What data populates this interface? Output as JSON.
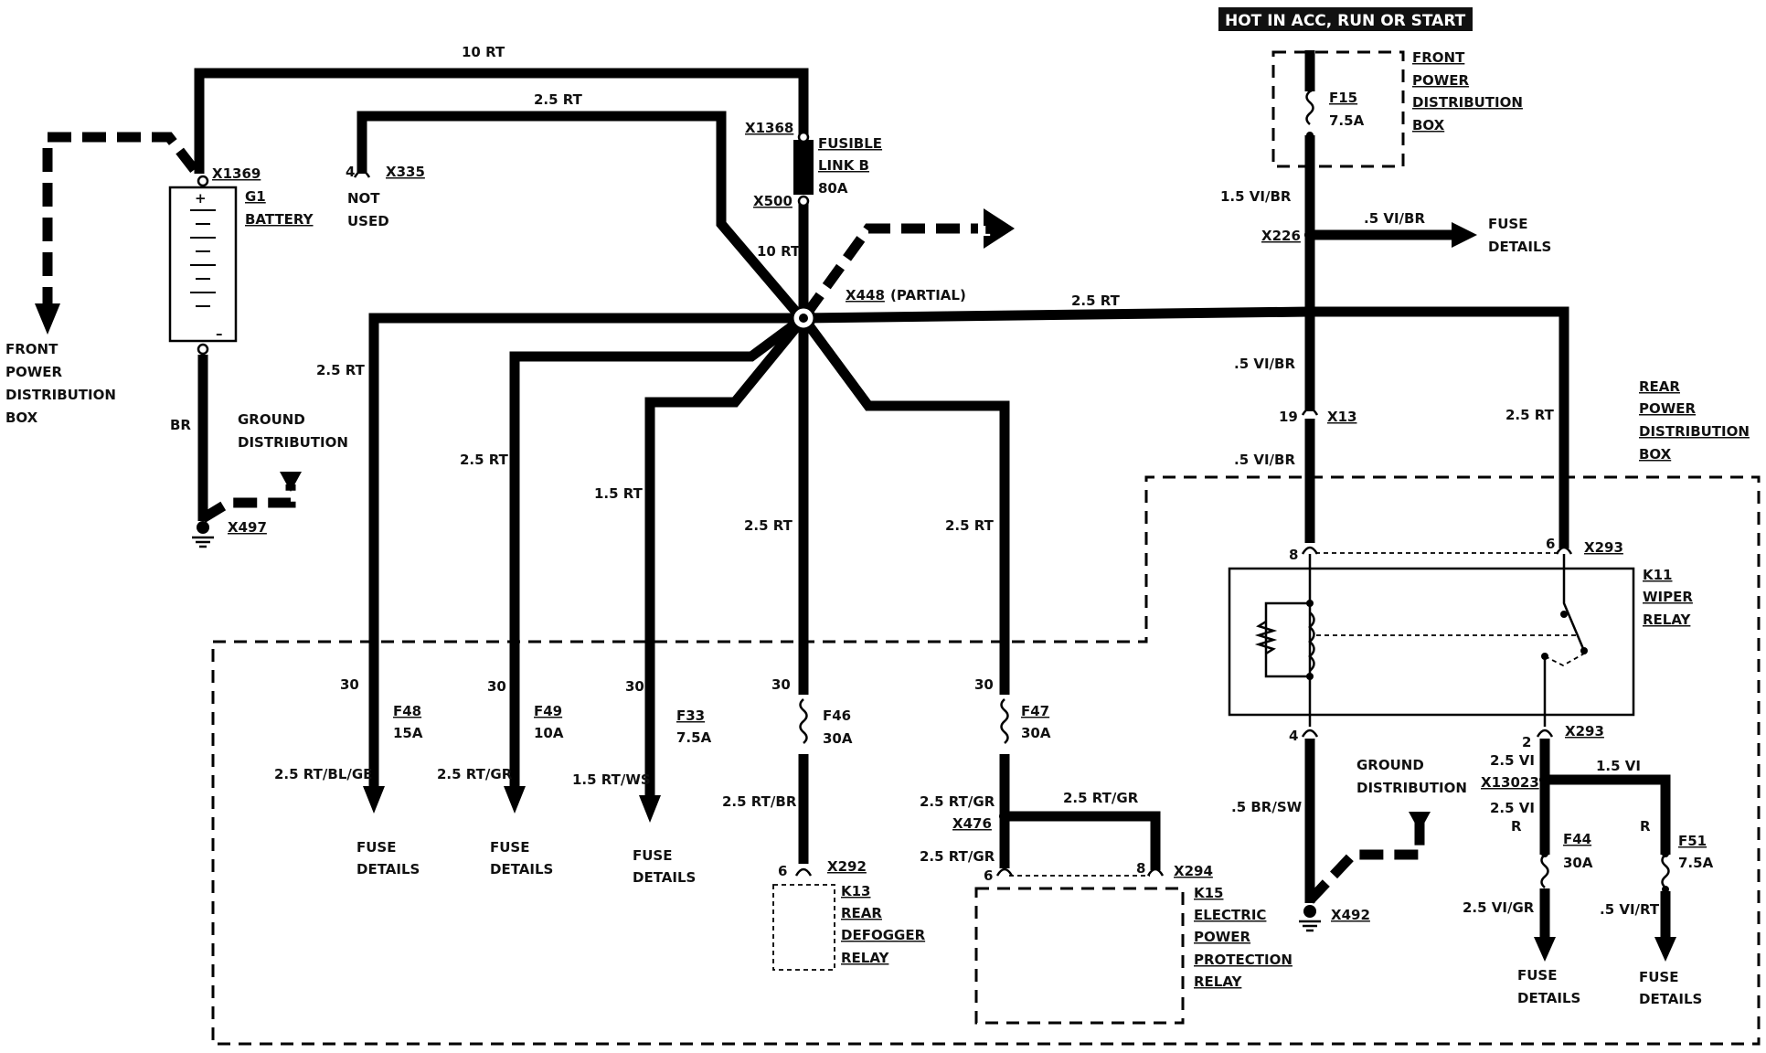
{
  "banner": "HOT IN ACC, RUN OR START",
  "battery": {
    "id": "G1",
    "name": "BATTERY",
    "plus": "+",
    "minus": "–"
  },
  "connectors": {
    "x1369": "X1369",
    "x1368": "X1368",
    "x500": "X500",
    "x335": "X335",
    "x448": "X448",
    "x448_note": "(PARTIAL)",
    "x497": "X497",
    "x226": "X226",
    "x13": "X13",
    "x293_top": "X293",
    "x293_bottom": "X293",
    "x13023": "X13023",
    "x476": "X476",
    "x292": "X292",
    "x294": "X294",
    "x492": "X492"
  },
  "pins": {
    "x335": "4",
    "x13": "19",
    "x293_left": "8",
    "x293_right": "6",
    "x293_bottom": "2",
    "f48": "30",
    "f49": "30",
    "f33": "30",
    "f46": "30",
    "f47": "30",
    "x292": "6",
    "x294_left": "6",
    "x294_right": "8",
    "x13023_r": "R",
    "f51_r": "R"
  },
  "not_used": [
    "NOT",
    "USED"
  ],
  "front_box_left": [
    "FRONT",
    "POWER",
    "DISTRIBUTION",
    "BOX"
  ],
  "front_box_right": [
    "FRONT",
    "POWER",
    "DISTRIBUTION",
    "BOX"
  ],
  "rear_box": [
    "REAR",
    "POWER",
    "DISTRIBUTION",
    "BOX"
  ],
  "ground_dist_left": [
    "GROUND",
    "DISTRIBUTION"
  ],
  "ground_dist_right": [
    "GROUND",
    "DISTRIBUTION"
  ],
  "fusible_link": {
    "line1": "FUSIBLE",
    "line2": "LINK B",
    "rating": "80A"
  },
  "fuses": {
    "f15": {
      "id": "F15",
      "rating": "7.5A"
    },
    "f48": {
      "id": "F48",
      "rating": "15A"
    },
    "f49": {
      "id": "F49",
      "rating": "10A"
    },
    "f33": {
      "id": "F33",
      "rating": "7.5A"
    },
    "f46": {
      "id": "F46",
      "rating": "30A"
    },
    "f47": {
      "id": "F47",
      "rating": "30A"
    },
    "f44": {
      "id": "F44",
      "rating": "30A"
    },
    "f51": {
      "id": "F51",
      "rating": "7.5A"
    }
  },
  "relays": {
    "k11": {
      "id": "K11",
      "line1": "WIPER",
      "line2": "RELAY"
    },
    "k13": {
      "id": "K13",
      "line1": "REAR",
      "line2": "DEFOGGER",
      "line3": "RELAY"
    },
    "k15": {
      "id": "K15",
      "line1": "ELECTRIC",
      "line2": "POWER",
      "line3": "PROTECTION",
      "line4": "RELAY"
    }
  },
  "fuse_details": {
    "line1": "FUSE",
    "line2": "DETAILS"
  },
  "arrow_l": "L",
  "wires": {
    "top_10rt": "10 RT",
    "top_25rt": "2.5 RT",
    "star_10rt": "10 RT",
    "long_25rt": "2.5 RT",
    "br": "BR",
    "w_25rt_a": "2.5 RT",
    "w_25rt_b": "2.5 RT",
    "w_15rt": "1.5 RT",
    "w_25rt_c": "2.5 RT",
    "w_25rt_d": "2.5 RT",
    "f48_out": "2.5 RT/BL/GE",
    "f49_out": "2.5 RT/GR",
    "f33_out": "1.5 RT/WS",
    "f46_out": "2.5 RT/BR",
    "f47_out_a": "2.5 RT/GR",
    "f47_out_b": "2.5 RT/GR",
    "x476_top": "2.5 RT/GR",
    "f15_out": "1.5 VI/BR",
    "x226_branch": ".5 VI/BR",
    "x13_in": ".5 VI/BR",
    "x13_out": ".5 VI/BR",
    "k11_in": "2.5 RT",
    "k11_ground": ".5 BR/SW",
    "x13023_in": "2.5 VI",
    "x13023_out": "2.5 VI",
    "x13023_branch": "1.5 VI",
    "f44_out": "2.5 VI/GR",
    "f51_out": ".5 VI/RT"
  }
}
